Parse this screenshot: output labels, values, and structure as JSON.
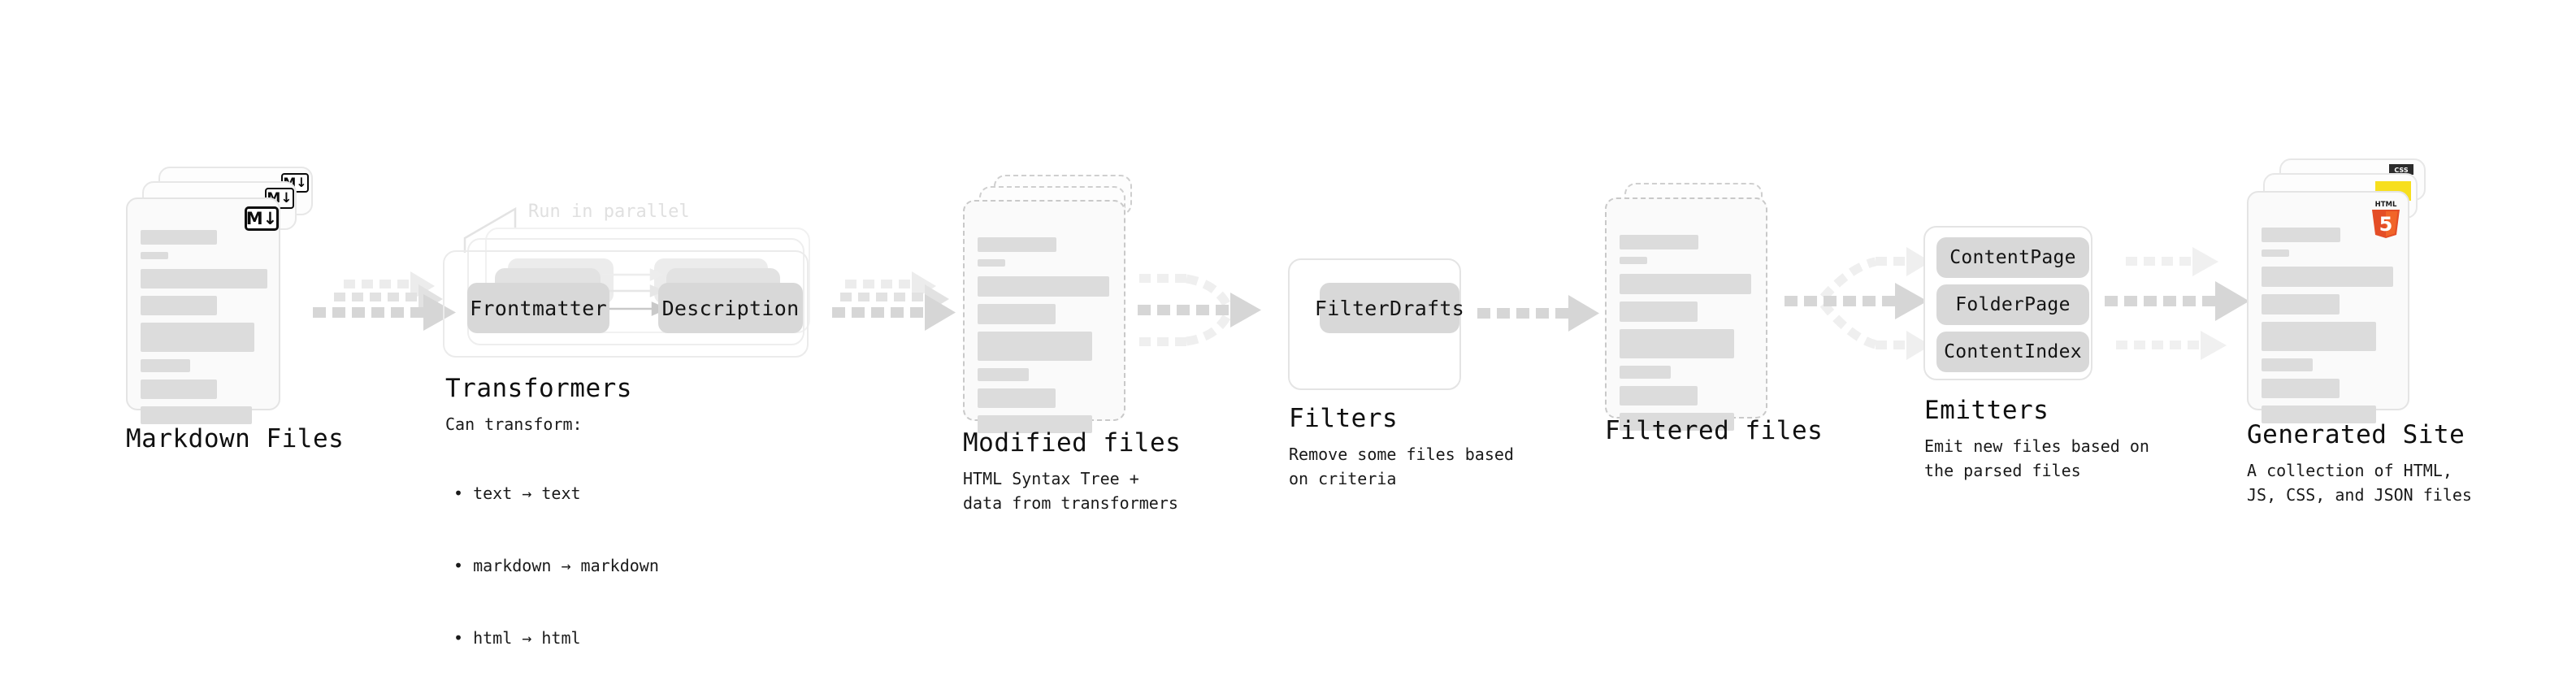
{
  "diagram": {
    "title": "Content processing pipeline",
    "palette": {
      "chip": "#d8d8d8",
      "card_fill": "#fafafa",
      "card_border": "#e7e7e7",
      "dashed_border": "#cfcfcf",
      "line_placeholder": "#dcdcdc",
      "arrow": "#d6d6d6",
      "text": "#101010",
      "note_text": "#e0e0e0",
      "html5_orange": "#e44d26",
      "html5_shield": "#f16529",
      "js_yellow": "#f7df1e",
      "css_blue": "#264de4",
      "markdown_black": "#0c0c0c"
    },
    "stages": [
      {
        "id": "markdown-files",
        "title": "Markdown Files",
        "subtitle": "",
        "kind": "file-stack",
        "sheets": 3,
        "badge": "M↓",
        "badge_name": "markdown-icon"
      },
      {
        "id": "transformers",
        "title": "Transformers",
        "subtitle": "Can transform:",
        "kind": "group",
        "note": "Run in parallel",
        "bullets": [
          "• text → text",
          "• markdown → markdown",
          "• html → html"
        ],
        "chips": [
          "Frontmatter",
          "Description"
        ]
      },
      {
        "id": "modified-files",
        "title": "Modified files",
        "subtitle": "HTML Syntax Tree +\ndata from transformers",
        "kind": "file-stack-dashed",
        "sheets": 3
      },
      {
        "id": "filters",
        "title": "Filters",
        "subtitle": "Remove some files based\non criteria",
        "kind": "group",
        "chips": [
          "FilterDrafts"
        ]
      },
      {
        "id": "filtered-files",
        "title": "Filtered files",
        "subtitle": "",
        "kind": "file-stack-dashed",
        "sheets": 2
      },
      {
        "id": "emitters",
        "title": "Emitters",
        "subtitle": "Emit new files based on\nthe parsed files",
        "kind": "group",
        "chips": [
          "ContentPage",
          "FolderPage",
          "ContentIndex"
        ]
      },
      {
        "id": "generated-site",
        "title": "Generated Site",
        "subtitle": "A collection of HTML,\nJS, CSS, and JSON files",
        "kind": "file-stack",
        "sheets": 3,
        "badges": [
          "HTML5",
          "JS",
          "CSS3"
        ]
      }
    ],
    "labels": {
      "markdown_title": "Markdown Files",
      "transformers_title": "Transformers",
      "transformers_caption": "Can transform:",
      "transformers_b1": "• text → text",
      "transformers_b2": "• markdown → markdown",
      "transformers_b3": "• html → html",
      "transformers_note": "Run in parallel",
      "chip_frontmatter": "Frontmatter",
      "chip_description": "Description",
      "modified_title": "Modified files",
      "modified_sub": "HTML Syntax Tree +\ndata from transformers",
      "filters_title": "Filters",
      "filters_sub": "Remove some files based\non criteria",
      "chip_filterdrafts": "FilterDrafts",
      "filtered_title": "Filtered files",
      "emitters_title": "Emitters",
      "emitters_sub": "Emit new files based on\nthe parsed files",
      "chip_contentpage": "ContentPage",
      "chip_folderpage": "FolderPage",
      "chip_contentindex": "ContentIndex",
      "generated_title": "Generated Site",
      "generated_sub": "A collection of HTML,\nJS, CSS, and JSON files",
      "markdown_badge": "M↓",
      "html5_badge": "HTML",
      "html5_digit": "5"
    }
  }
}
